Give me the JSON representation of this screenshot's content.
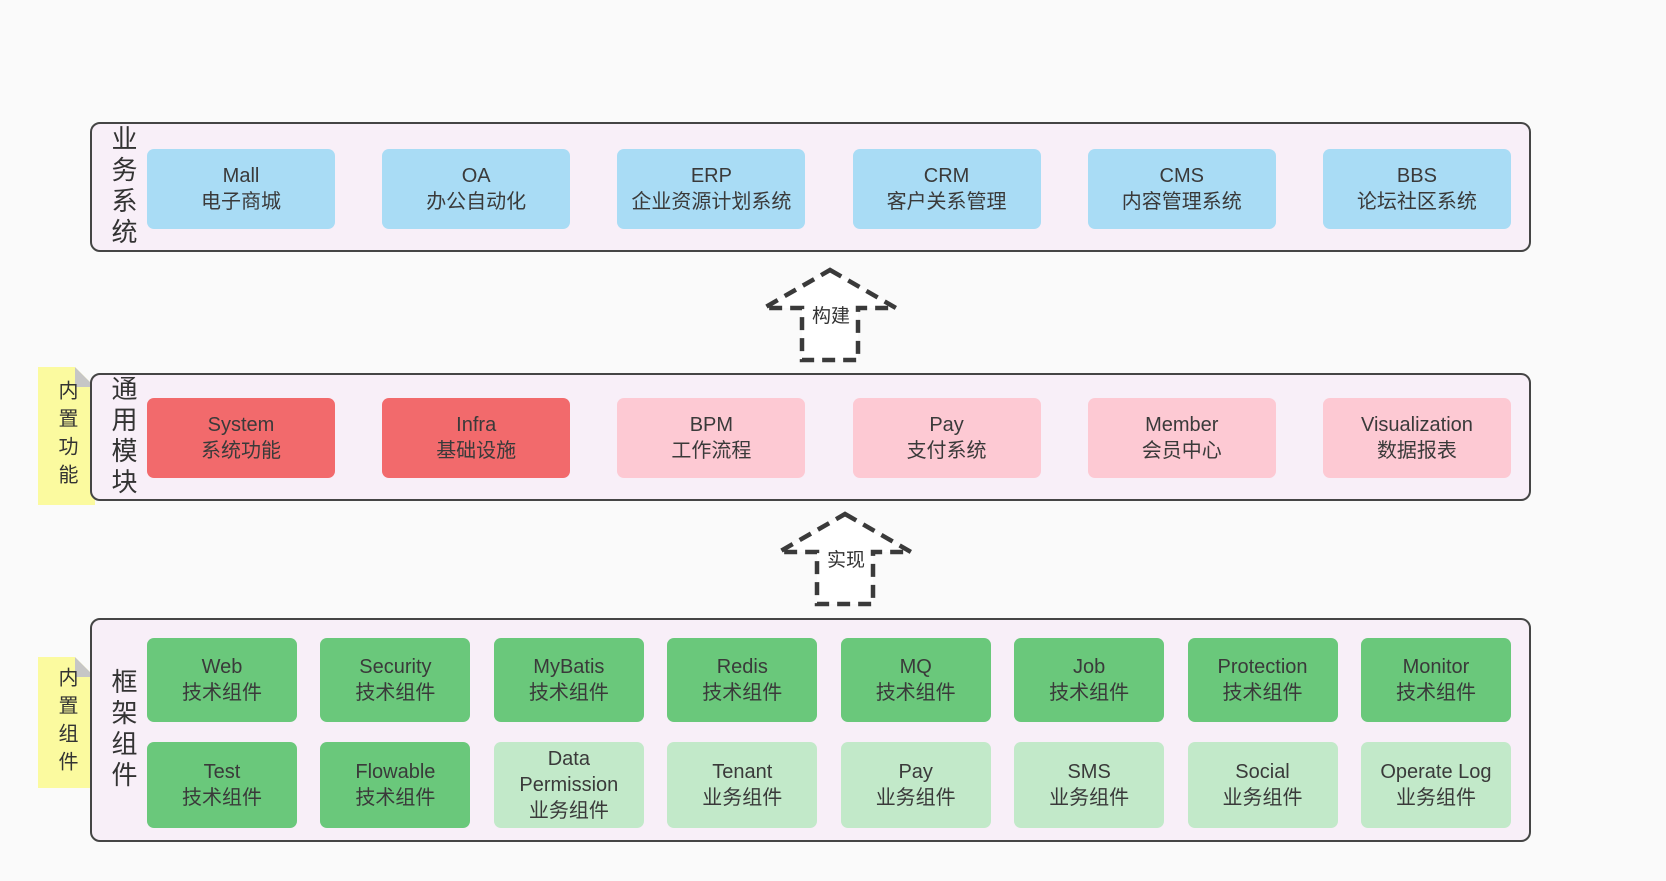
{
  "colors": {
    "background": "#FAFAFA",
    "layer_fill": "#F8EFF8",
    "layer_border": "#454545",
    "box_blue": "#A9DCF5",
    "box_red": "#F26A6C",
    "box_pink": "#FDC9D3",
    "box_green": "#6AC87B",
    "box_light_green": "#C2E9C9",
    "note_yellow": "#FBFA9F",
    "note_fold_gray": "#C6C6C6",
    "text": "#3A3A3A"
  },
  "arrows": [
    {
      "label": "构建"
    },
    {
      "label": "实现"
    }
  ],
  "layers": [
    {
      "label": "业务系统",
      "boxes": [
        {
          "title": "Mall",
          "subtitle": "电子商城"
        },
        {
          "title": "OA",
          "subtitle": "办公自动化"
        },
        {
          "title": "ERP",
          "subtitle": "企业资源计划系统"
        },
        {
          "title": "CRM",
          "subtitle": "客户关系管理"
        },
        {
          "title": "CMS",
          "subtitle": "内容管理系统"
        },
        {
          "title": "BBS",
          "subtitle": "论坛社区系统"
        }
      ]
    },
    {
      "label": "通用模块",
      "note": "内置功能",
      "boxes": [
        {
          "title": "System",
          "subtitle": "系统功能"
        },
        {
          "title": "Infra",
          "subtitle": "基础设施"
        },
        {
          "title": "BPM",
          "subtitle": "工作流程"
        },
        {
          "title": "Pay",
          "subtitle": "支付系统"
        },
        {
          "title": "Member",
          "subtitle": "会员中心"
        },
        {
          "title": "Visualization",
          "subtitle": "数据报表"
        }
      ]
    },
    {
      "label": "框架组件",
      "note": "内置组件",
      "row1": [
        {
          "title": "Web",
          "subtitle": "技术组件"
        },
        {
          "title": "Security",
          "subtitle": "技术组件"
        },
        {
          "title": "MyBatis",
          "subtitle": "技术组件"
        },
        {
          "title": "Redis",
          "subtitle": "技术组件"
        },
        {
          "title": "MQ",
          "subtitle": "技术组件"
        },
        {
          "title": "Job",
          "subtitle": "技术组件"
        },
        {
          "title": "Protection",
          "subtitle": "技术组件"
        },
        {
          "title": "Monitor",
          "subtitle": "技术组件"
        }
      ],
      "row2": [
        {
          "title": "Test",
          "subtitle": "技术组件"
        },
        {
          "title": "Flowable",
          "subtitle": "技术组件"
        },
        {
          "title": "Data Permission",
          "subtitle": "业务组件"
        },
        {
          "title": "Tenant",
          "subtitle": "业务组件"
        },
        {
          "title": "Pay",
          "subtitle": "业务组件"
        },
        {
          "title": "SMS",
          "subtitle": "业务组件"
        },
        {
          "title": "Social",
          "subtitle": "业务组件"
        },
        {
          "title": "Operate Log",
          "subtitle": "业务组件"
        }
      ]
    }
  ]
}
